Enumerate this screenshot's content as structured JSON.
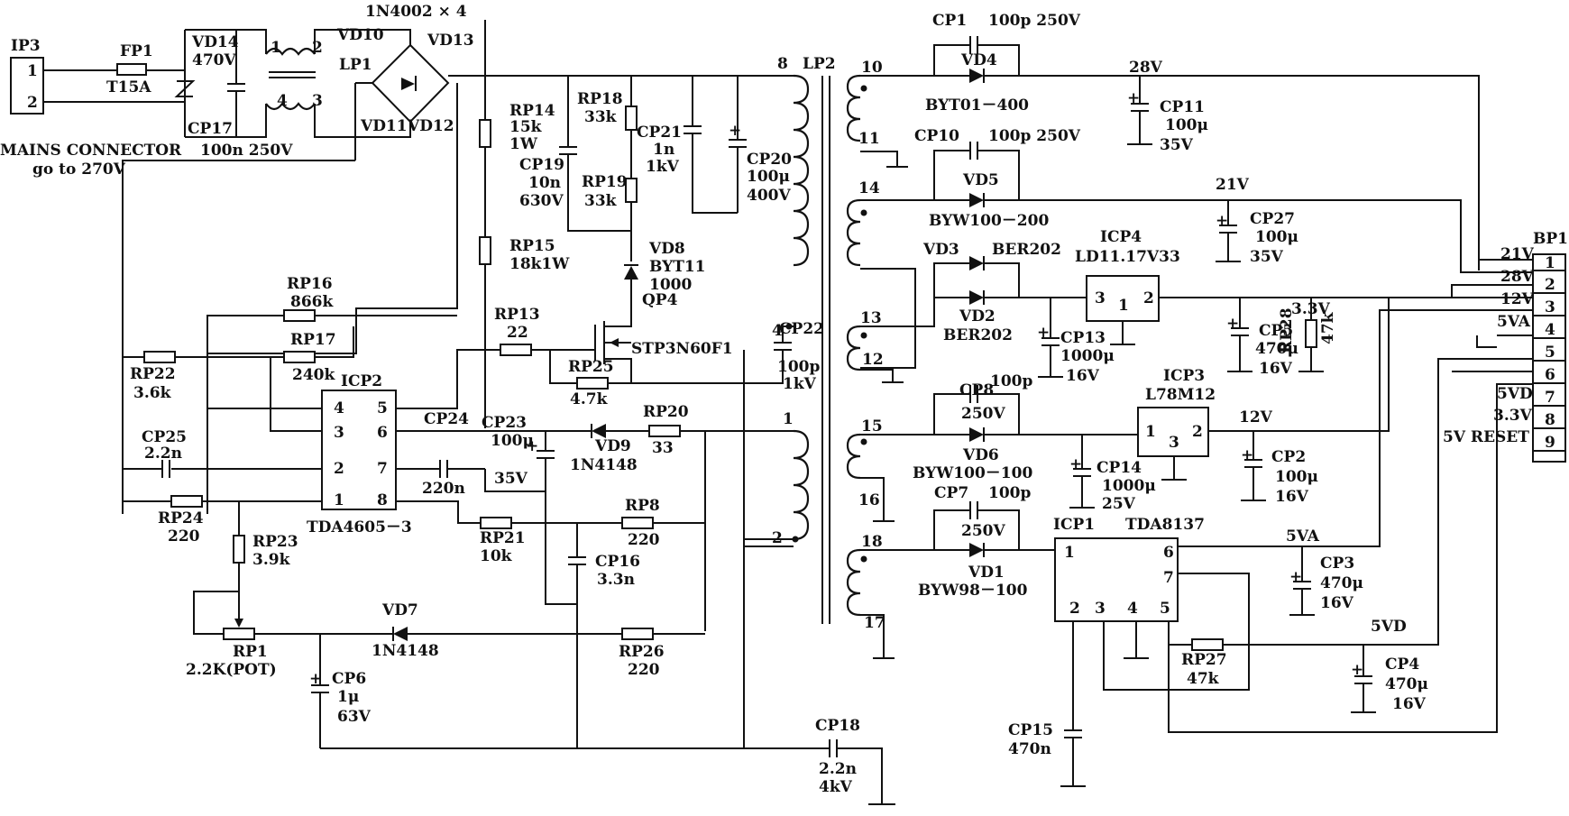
{
  "connector_in": {
    "ref": "IP3",
    "pins": [
      "1",
      "2"
    ],
    "title": "MAINS CONNECTOR",
    "note": "go to 270V"
  },
  "fuse": {
    "ref": "FP1",
    "value": "T15A"
  },
  "varistor": {
    "ref": "VD14",
    "value": "470V"
  },
  "cap_x": {
    "ref": "CP17",
    "value": "100n 250V"
  },
  "choke": {
    "ref": "LP1",
    "pins": [
      "1",
      "2",
      "4",
      "3"
    ]
  },
  "bridge": {
    "title": "1N4002 × 4",
    "labels": [
      "VD10",
      "VD13",
      "VD11",
      "VD12"
    ]
  },
  "primary_parts": [
    {
      "ref": "RP14",
      "lines": [
        "15k",
        "1W"
      ]
    },
    {
      "ref": "RP15",
      "lines": [
        "18k1W"
      ]
    },
    {
      "ref": "RP18",
      "lines": [
        "33k"
      ]
    },
    {
      "ref": "RP19",
      "lines": [
        "33k"
      ]
    },
    {
      "ref": "CP19",
      "lines": [
        "10n",
        "630V"
      ]
    },
    {
      "ref": "CP21",
      "lines": [
        "1n",
        "1kV"
      ]
    },
    {
      "ref": "CP20",
      "lines": [
        "100μ",
        "400V"
      ]
    },
    {
      "ref": "VD8",
      "lines": [
        "BYT11",
        "1000"
      ]
    },
    {
      "ref": "RP16",
      "lines": [
        "866k"
      ]
    },
    {
      "ref": "RP17",
      "lines": [
        "240k"
      ]
    },
    {
      "ref": "RP22",
      "lines": [
        "3.6k"
      ]
    },
    {
      "ref": "RP13",
      "lines": [
        "22"
      ]
    },
    {
      "ref": "QP4",
      "lines": [
        "STP3N60F1"
      ]
    },
    {
      "ref": "RP25",
      "lines": [
        "4.7k"
      ]
    },
    {
      "ref": "CP22",
      "lines": [
        "100p",
        "1kV"
      ]
    },
    {
      "ref": "CP25",
      "lines": [
        "2.2n"
      ]
    },
    {
      "ref": "CP24",
      "lines": [
        "220n"
      ]
    },
    {
      "ref": "CP23",
      "lines": [
        "100μ",
        "35V"
      ]
    },
    {
      "ref": "VD9",
      "lines": [
        "1N4148"
      ]
    },
    {
      "ref": "RP20",
      "lines": [
        "33"
      ]
    },
    {
      "ref": "RP24",
      "lines": [
        "220"
      ]
    },
    {
      "ref": "RP23",
      "lines": [
        "3.9k"
      ]
    },
    {
      "ref": "RP21",
      "lines": [
        "10k"
      ]
    },
    {
      "ref": "RP8",
      "lines": [
        "220"
      ]
    },
    {
      "ref": "CP16",
      "lines": [
        "3.3n"
      ]
    },
    {
      "ref": "RP1",
      "lines": [
        "2.2K(POT)"
      ]
    },
    {
      "ref": "VD7",
      "lines": [
        "1N4148"
      ]
    },
    {
      "ref": "RP26",
      "lines": [
        "220"
      ]
    },
    {
      "ref": "CP6",
      "lines": [
        "1μ",
        "63V"
      ]
    },
    {
      "ref": "CP18",
      "lines": [
        "2.2n",
        "4kV"
      ]
    }
  ],
  "icp2": {
    "ref": "ICP2",
    "type": "TDA4605－3",
    "pins": [
      "4",
      "5",
      "3",
      "6",
      "2",
      "7",
      "1",
      "8"
    ]
  },
  "transformer": {
    "ref": "LP2",
    "pins": [
      "8",
      "4",
      "1",
      "2",
      "10",
      "11",
      "14",
      "13",
      "12",
      "15",
      "16",
      "18",
      "17"
    ]
  },
  "secondary_parts": [
    {
      "ref": "CP1",
      "lines": [
        "100p 250V"
      ]
    },
    {
      "ref": "VD4",
      "lines": [
        "BYT01－400"
      ]
    },
    {
      "ref": "CP11",
      "lines": [
        "100μ",
        "35V"
      ]
    },
    {
      "ref": "CP10",
      "lines": [
        "100p 250V"
      ]
    },
    {
      "ref": "VD5",
      "lines": [
        "BYW100－200"
      ]
    },
    {
      "ref": "CP27",
      "lines": [
        "100μ",
        "35V"
      ]
    },
    {
      "ref": "VD3",
      "lines": [
        "BER202"
      ]
    },
    {
      "ref": "VD2",
      "lines": [
        "BER202"
      ]
    },
    {
      "ref": "CP13",
      "lines": [
        "1000μ",
        "16V"
      ]
    },
    {
      "ref": "CP5",
      "lines": [
        "470μ",
        "16V"
      ]
    },
    {
      "ref": "RP28",
      "lines": [
        "47k"
      ]
    },
    {
      "ref": "CP8",
      "lines": [
        "100p",
        "250V"
      ]
    },
    {
      "ref": "VD6",
      "lines": [
        "BYW100－100"
      ]
    },
    {
      "ref": "CP14",
      "lines": [
        "1000μ",
        "25V"
      ]
    },
    {
      "ref": "CP2",
      "lines": [
        "100μ",
        "16V"
      ]
    },
    {
      "ref": "CP7",
      "lines": [
        "100p",
        "250V"
      ]
    },
    {
      "ref": "VD1",
      "lines": [
        "BYW98－100"
      ]
    },
    {
      "ref": "CP3",
      "lines": [
        "470μ",
        "16V"
      ]
    },
    {
      "ref": "RP27",
      "lines": [
        "47k"
      ]
    },
    {
      "ref": "CP4",
      "lines": [
        "470μ",
        "16V"
      ]
    },
    {
      "ref": "CP15",
      "lines": [
        "470n"
      ]
    }
  ],
  "regulators": [
    {
      "ref": "ICP4",
      "type": "LD11.17V33",
      "pins": [
        "3",
        "1",
        "2"
      ]
    },
    {
      "ref": "ICP3",
      "type": "L78M12",
      "pins": [
        "1",
        "3",
        "2"
      ]
    },
    {
      "ref": "ICP1",
      "type": "TDA8137",
      "pins": [
        "1",
        "6",
        "7",
        "2",
        "3",
        "4",
        "5"
      ]
    }
  ],
  "rails": [
    "28V",
    "21V",
    "3.3V",
    "12V",
    "5VA",
    "5VD"
  ],
  "connector_out": {
    "ref": "BP1",
    "pins": [
      "1",
      "2",
      "3",
      "4",
      "5",
      "6",
      "7",
      "8",
      "9"
    ],
    "signals": [
      "21V",
      "28V",
      "12V",
      "5VA",
      "5VD",
      "3.3V",
      "5V RESET"
    ]
  }
}
